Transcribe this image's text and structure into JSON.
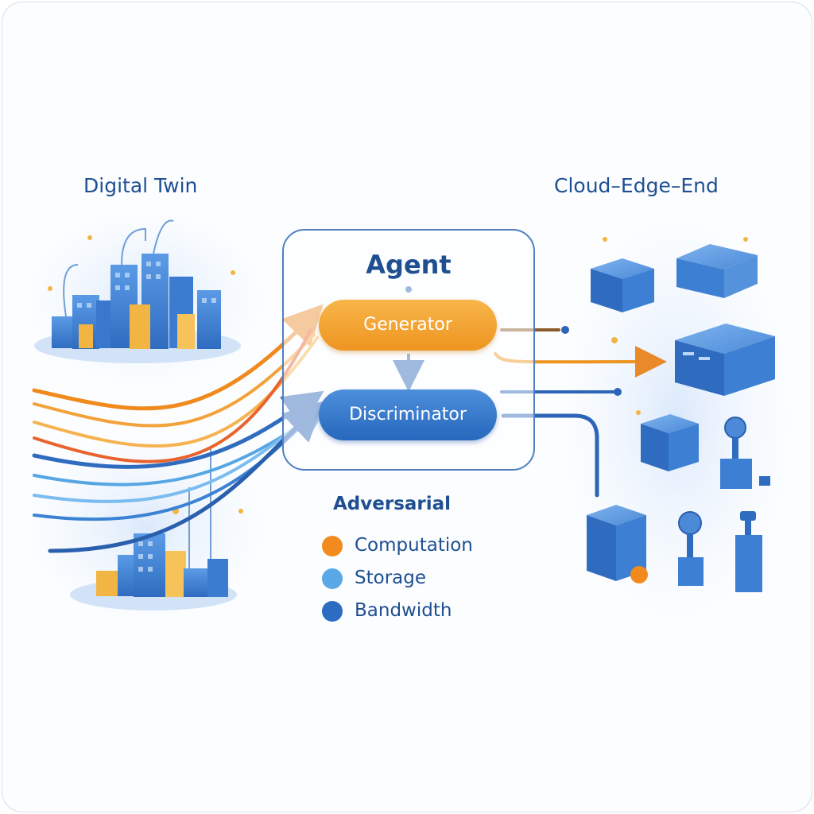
{
  "labels": {
    "digital_twin": "Digital Twin",
    "cloud_edge_end": "Cloud–Edge–End",
    "agent": "Agent",
    "generator": "Generator",
    "discriminator": "Discriminator"
  },
  "legend": {
    "title": "Adversarial",
    "items": [
      {
        "label": "Computation",
        "color": "#f28a1e"
      },
      {
        "label": "Storage",
        "color": "#5aa9e6"
      },
      {
        "label": "Bandwidth",
        "color": "#2c6cc2"
      }
    ]
  },
  "colors": {
    "primary_blue": "#2767bd",
    "accent_orange": "#ee9420",
    "title_navy": "#1f4f91"
  },
  "icons": {
    "city_top": "city-buildings-icon",
    "city_bottom": "city-buildings-icon",
    "devices": "server-cube-icon"
  }
}
